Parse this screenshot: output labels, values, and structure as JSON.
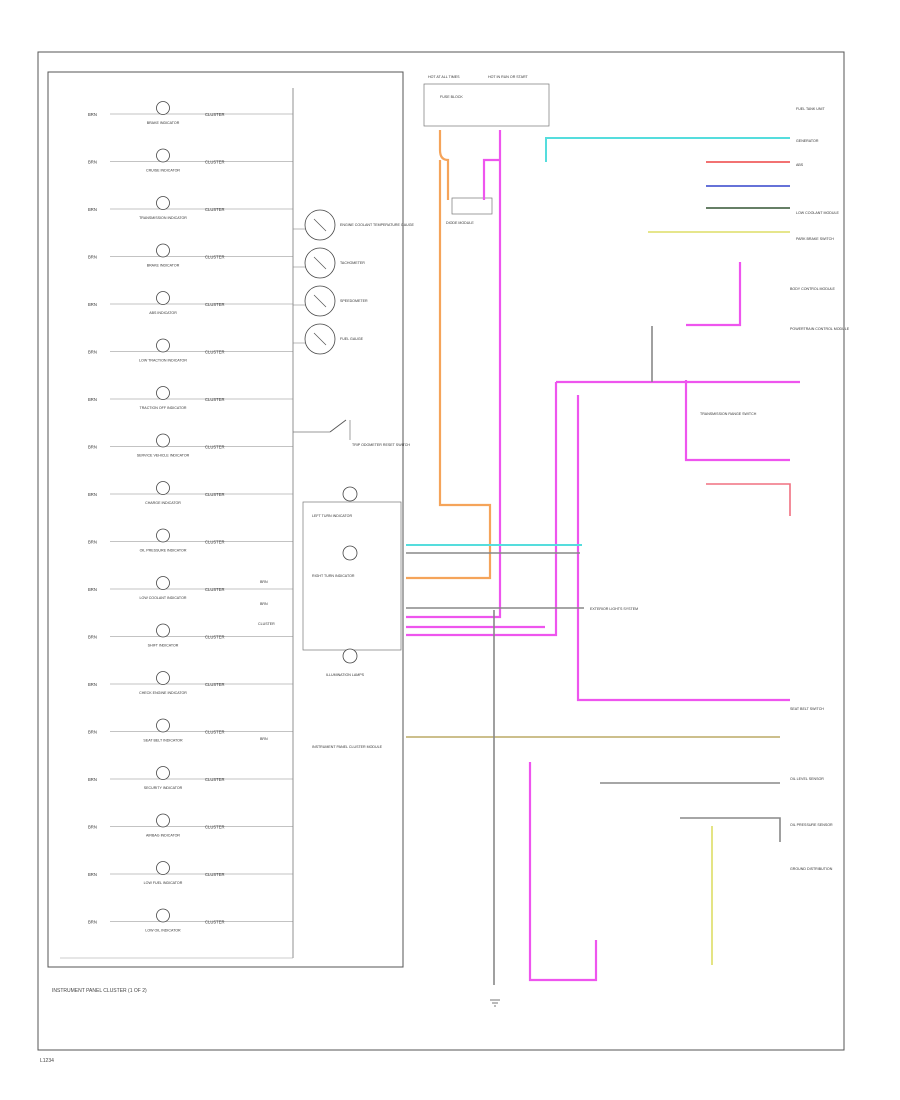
{
  "footer": {
    "caption": "INSTRUMENT PANEL CLUSTER (1 OF 2)",
    "page_id": "L1234"
  },
  "colors": {
    "orange": "#f5a45a",
    "magenta": "#ee55ee",
    "cyan": "#55dddd",
    "red": "#ee4444",
    "blue": "#3344cc",
    "dark_green": "#335533",
    "yellow": "#dddd66",
    "pink": "#f07080",
    "olive": "#bbaa66",
    "gray": "#888888",
    "peach": "#f0b080"
  },
  "indicators": [
    {
      "left": "BRN",
      "name": "BRAKE INDICATOR",
      "right": "CLUSTER"
    },
    {
      "left": "BRN",
      "name": "CRUISE INDICATOR",
      "right": "CLUSTER"
    },
    {
      "left": "BRN",
      "name": "TRANSMISSION INDICATOR",
      "right": "CLUSTER"
    },
    {
      "left": "BRN",
      "name": "BRAKE INDICATOR",
      "right": "CLUSTER"
    },
    {
      "left": "BRN",
      "name": "ABS INDICATOR",
      "right": "CLUSTER"
    },
    {
      "left": "BRN",
      "name": "LOW TRACTION INDICATOR",
      "right": "CLUSTER"
    },
    {
      "left": "BRN",
      "name": "TRACTION OFF INDICATOR",
      "right": "CLUSTER"
    },
    {
      "left": "BRN",
      "name": "SERVICE VEHICLE INDICATOR",
      "right": "CLUSTER"
    },
    {
      "left": "BRN",
      "name": "CHARGE INDICATOR",
      "right": "CLUSTER"
    },
    {
      "left": "BRN",
      "name": "OIL PRESSURE INDICATOR",
      "right": "CLUSTER"
    },
    {
      "left": "BRN",
      "name": "LOW COOLANT INDICATOR",
      "right": "CLUSTER"
    },
    {
      "left": "BRN",
      "name": "SHIFT INDICATOR",
      "right": "CLUSTER"
    },
    {
      "left": "BRN",
      "name": "CHECK ENGINE INDICATOR",
      "right": "CLUSTER"
    },
    {
      "left": "BRN",
      "name": "SEAT BELT INDICATOR",
      "right": "CLUSTER"
    },
    {
      "left": "BRN",
      "name": "SECURITY INDICATOR",
      "right": "CLUSTER"
    },
    {
      "left": "BRN",
      "name": "AIRBAG INDICATOR",
      "right": "CLUSTER"
    },
    {
      "left": "BRN",
      "name": "LOW FUEL INDICATOR",
      "right": "CLUSTER"
    },
    {
      "left": "BRN",
      "name": "LOW OIL INDICATOR",
      "right": "CLUSTER"
    }
  ],
  "gauges": [
    {
      "name": "ENGINE COOLANT TEMPERATURE GAUGE"
    },
    {
      "name": "TACHOMETER"
    },
    {
      "name": "SPEEDOMETER"
    },
    {
      "name": "FUEL GAUGE"
    }
  ],
  "cluster": {
    "switch_label": "TRIP ODOMETER RESET SWITCH",
    "left_turn": "LEFT TURN INDICATOR",
    "right_turn": "RIGHT TURN INDICATOR",
    "illumination": "ILLUMINATION LAMPS",
    "module": "INSTRUMENT PANEL CLUSTER MODULE",
    "side_labels": [
      "BRN",
      "BRN",
      "CLUSTER",
      "BRN"
    ]
  },
  "top_block": {
    "fuse_left": "HOT AT ALL TIMES",
    "fuse_right": "HOT IN RUN OR START",
    "fuse_label": "FUSE BLOCK",
    "module_label": "DIODE MODULE"
  },
  "right_labels": [
    "FUEL TANK UNIT",
    "GENERATOR",
    "ABS",
    "LOW COOLANT MODULE",
    "PARK BRAKE SWITCH",
    "BODY CONTROL MODULE",
    "POWERTRAIN CONTROL MODULE",
    "TRANSMISSION RANGE SWITCH",
    "EXTERIOR LIGHTS SYSTEM",
    "SEAT BELT SWITCH",
    "OIL LEVEL SENSOR",
    "OIL PRESSURE SENSOR",
    "GROUND DISTRIBUTION"
  ]
}
